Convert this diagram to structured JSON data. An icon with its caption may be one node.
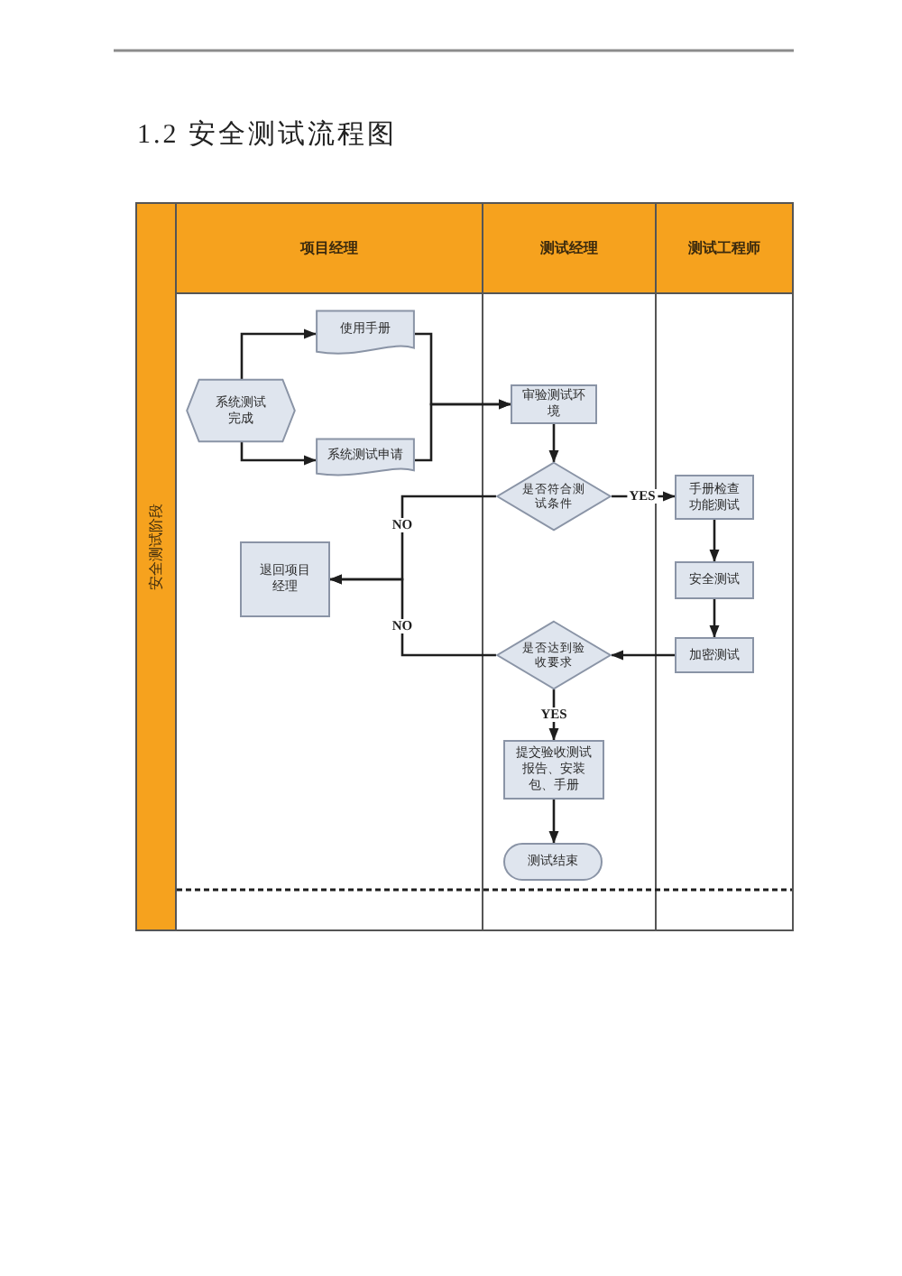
{
  "diagram": {
    "title": "1.2 安全测试流程图",
    "nodes": [
      {
        "text": [
          "安全测试阶段"
        ]
      },
      {
        "text": [
          "项目经理"
        ]
      },
      {
        "text": [
          "测试经理"
        ]
      },
      {
        "text": [
          "测试工程师"
        ]
      },
      {
        "text": [
          "系统测试完成"
        ],
        "in": 1
      },
      {
        "text": [
          "使用手册"
        ],
        "in": 1
      },
      {
        "text": [
          "系统测试申请"
        ],
        "in": 1
      },
      {
        "text": [
          "审验测试环境"
        ],
        "in": 2
      },
      {
        "text": [
          "是否符合测试条件"
        ],
        "in": 2
      },
      {
        "text": [
          "手册检查功能测试"
        ],
        "in": 3
      },
      {
        "text": [
          "退回项目经理"
        ],
        "in": 1
      },
      {
        "text": [
          "安全测试"
        ],
        "in": 3
      },
      {
        "text": [
          "加密测试"
        ],
        "in": 3
      },
      {
        "text": [
          "是否达到验收要求"
        ],
        "in": 2
      },
      {
        "text": [
          "提交验收测试报告、安装包、手册"
        ],
        "in": 2
      },
      {
        "text": [
          "测试结束"
        ],
        "in": 2
      }
    ],
    "edges": [
      {
        "from": 4,
        "to": 5,
        "arrow": "to"
      },
      {
        "from": 4,
        "to": 6,
        "arrow": "to"
      },
      {
        "from": 5,
        "to": 7,
        "arrow": "to"
      },
      {
        "from": 6,
        "to": 7,
        "arrow": "to"
      },
      {
        "from": 7,
        "to": 8,
        "arrow": "to"
      },
      {
        "from": 8,
        "to": 9,
        "arrow": "to",
        "label": "YES"
      },
      {
        "from": 8,
        "to": 10,
        "arrow": "to",
        "label": "NO"
      },
      {
        "from": 13,
        "to": 10,
        "arrow": "to",
        "label": "NO"
      },
      {
        "from": 9,
        "to": 11,
        "arrow": "to"
      },
      {
        "from": 11,
        "to": 12,
        "arrow": "to"
      },
      {
        "from": 12,
        "to": 13,
        "arrow": "to"
      },
      {
        "from": 13,
        "to": 14,
        "arrow": "to",
        "label": "YES"
      },
      {
        "from": 14,
        "to": 15,
        "arrow": "to"
      }
    ]
  }
}
